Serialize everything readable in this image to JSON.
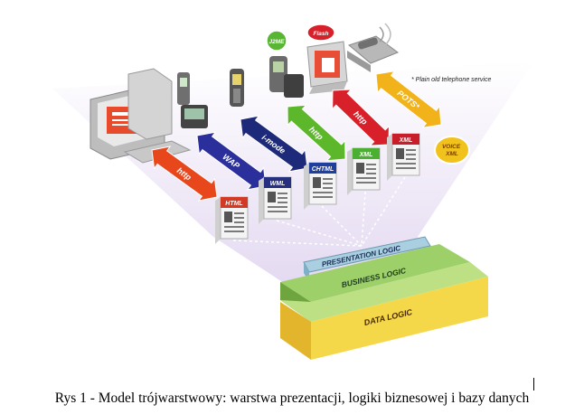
{
  "diagram": {
    "footnote": "* Plain old telephone service",
    "layers": {
      "presentation": "PRESENTATION LOGIC",
      "business": "BUSINESS LOGIC",
      "data": "DATA LOGIC"
    },
    "arrows": [
      {
        "label": "http",
        "color": "#e8471c"
      },
      {
        "label": "WAP",
        "color": "#2a2f9c"
      },
      {
        "label": "i-mode",
        "color": "#1d2a7a"
      },
      {
        "label": "http",
        "color": "#5cb82a"
      },
      {
        "label": "http",
        "color": "#d8202a"
      },
      {
        "label": "POTS*",
        "color": "#f2b21a"
      }
    ],
    "documents": [
      {
        "label": "HTML",
        "color": "#d23a25"
      },
      {
        "label": "WML",
        "color": "#26307f"
      },
      {
        "label": "CHTML",
        "color": "#1e3f9e"
      },
      {
        "label": "XML",
        "color": "#4bb032"
      },
      {
        "label": "XML",
        "color": "#c91e2a"
      }
    ],
    "bubbles": {
      "j2me": "J2ME",
      "flash": "Flash",
      "voice_xml": "VOICE XML"
    },
    "colors": {
      "funnel": "#ece4f4",
      "presentation_layer": "#a9cfe0",
      "business_layer": "#9ed06a",
      "data_layer": "#f4d84a"
    }
  },
  "caption": "Rys 1 - Model trójwarstwowy: warstwa prezentacji, logiki biznesowej i bazy danych"
}
